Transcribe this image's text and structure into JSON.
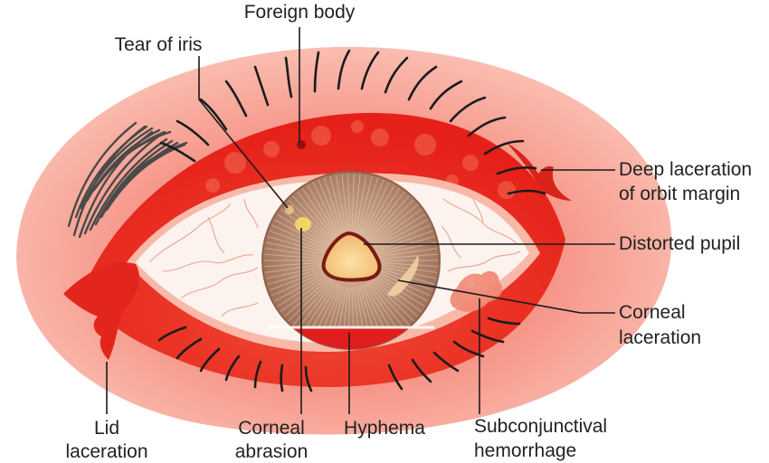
{
  "labels": {
    "foreign_body": "Foreign body",
    "tear_of_iris": "Tear of iris",
    "deep_laceration_line1": "Deep laceration",
    "deep_laceration_line2": "of orbit margin",
    "distorted_pupil": "Distorted pupil",
    "corneal_laceration_line1": "Corneal",
    "corneal_laceration_line2": "laceration",
    "lid_laceration_line1": "Lid",
    "lid_laceration_line2": "laceration",
    "corneal_abrasion_line1": "Corneal",
    "corneal_abrasion_line2": "abrasion",
    "hyphema": "Hyphema",
    "subconjunctival_line1": "Subconjunctival",
    "subconjunctival_line2": "hemorrhage"
  },
  "colors": {
    "skin_outer": "#f8b4a4",
    "skin_inner": "#f4786a",
    "lid_red": "#e8231c",
    "sclera": "#fdf3ee",
    "vein": "#e9a28e",
    "iris": "#b07f67",
    "iris_light": "#d6b39c",
    "pupil_ring": "#7a1a12",
    "pupil_fill": "#f6c77a",
    "hyphema": "#e01e1e",
    "lash": "#1b1b1b",
    "label_text": "#222222"
  }
}
